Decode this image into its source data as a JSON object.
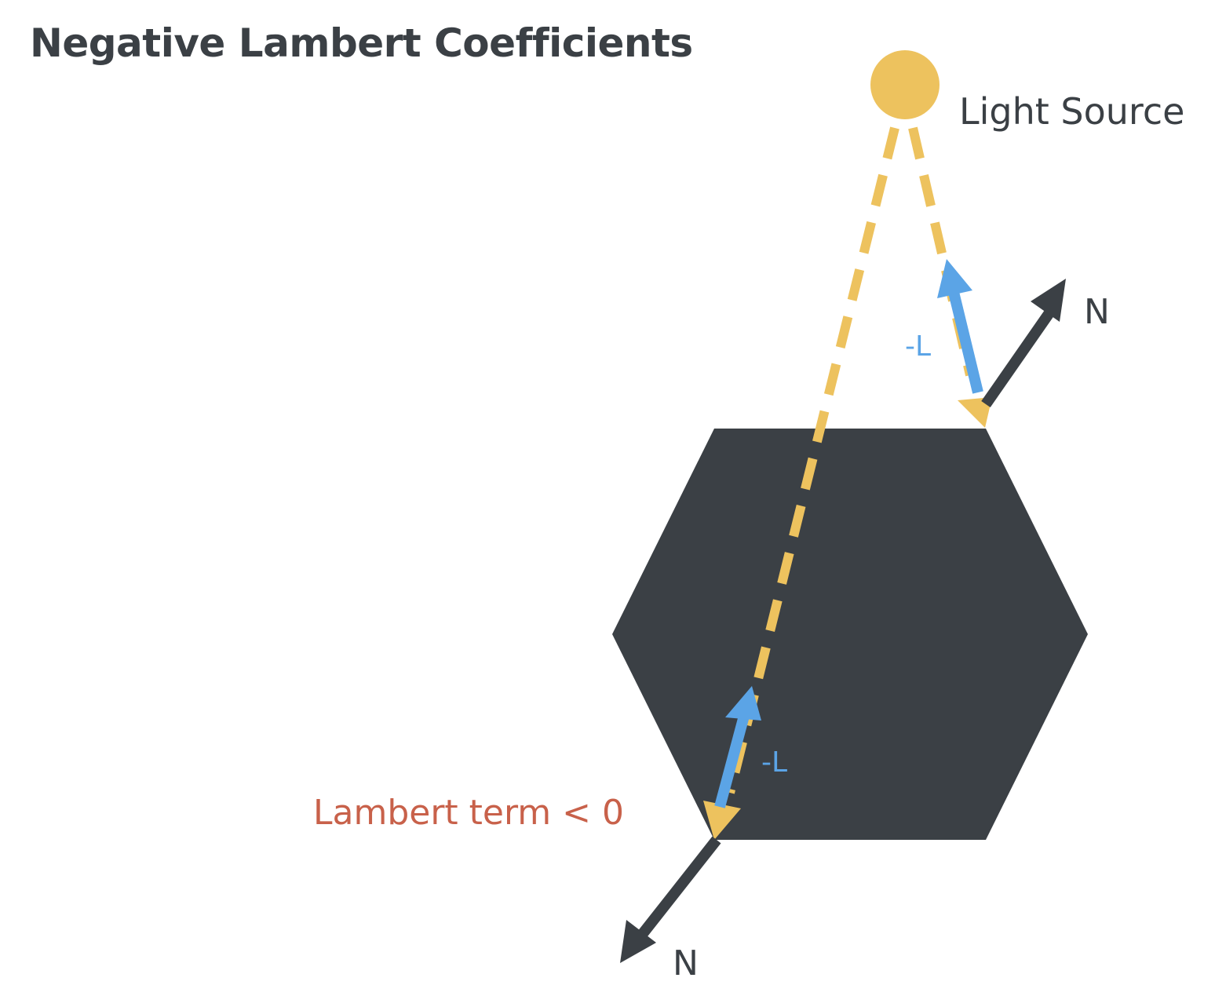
{
  "title": "Negative Lambert Coefficients",
  "labels": {
    "light_source": "Light Source",
    "normal_top": "N",
    "normal_bottom": "N",
    "neg_light_top": "-L",
    "neg_light_bottom": "-L",
    "lambert_note": "Lambert term < 0"
  },
  "colors": {
    "text_dark": "#3b4045",
    "hexagon": "#3b4045",
    "light": "#edc25e",
    "neg_light": "#5ba4e6",
    "normal": "#3b4045",
    "warning": "#c8614a"
  },
  "icons": {
    "light_source": "sun-circle-icon"
  }
}
